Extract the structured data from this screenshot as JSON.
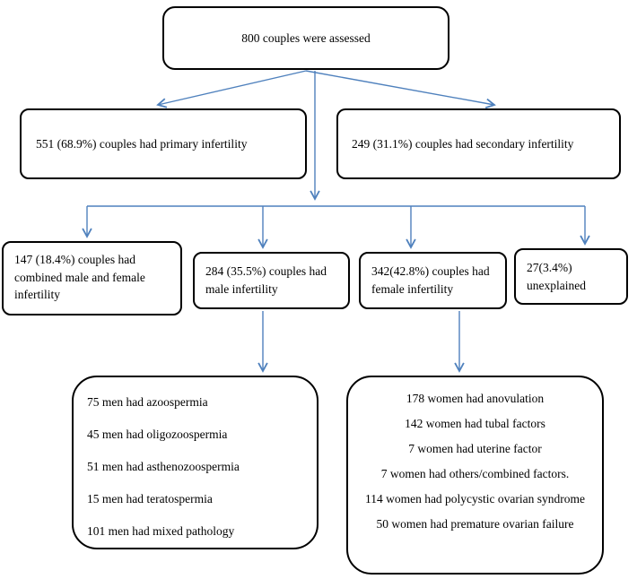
{
  "colors": {
    "arrow": "#4f81bd",
    "box_border": "#000000",
    "background": "#ffffff"
  },
  "nodes": {
    "assessed": {
      "text": "800 couples were assessed"
    },
    "primary": {
      "text": "551 (68.9%) couples had primary infertility"
    },
    "secondary": {
      "text": "249 (31.1%) couples had secondary infertility"
    },
    "combined": {
      "text": "147 (18.4%) couples had combined male and female infertility"
    },
    "male": {
      "text": "284 (35.5%) couples had male infertility"
    },
    "female": {
      "text": "342(42.8%) couples had female infertility"
    },
    "unexplained": {
      "text": "27(3.4%) unexplained"
    },
    "male_details": {
      "lines": [
        "75 men had azoospermia",
        "45 men had oligozoospermia",
        "51 men had asthenozoospermia",
        "15 men had teratospermia",
        "101 men had mixed pathology"
      ]
    },
    "female_details": {
      "lines": [
        "178 women had anovulation",
        "142 women had tubal factors",
        "7 women had uterine factor",
        "7 women had others/combined factors.",
        "114 women had polycystic ovarian syndrome",
        "50 women had premature ovarian failure"
      ]
    }
  }
}
